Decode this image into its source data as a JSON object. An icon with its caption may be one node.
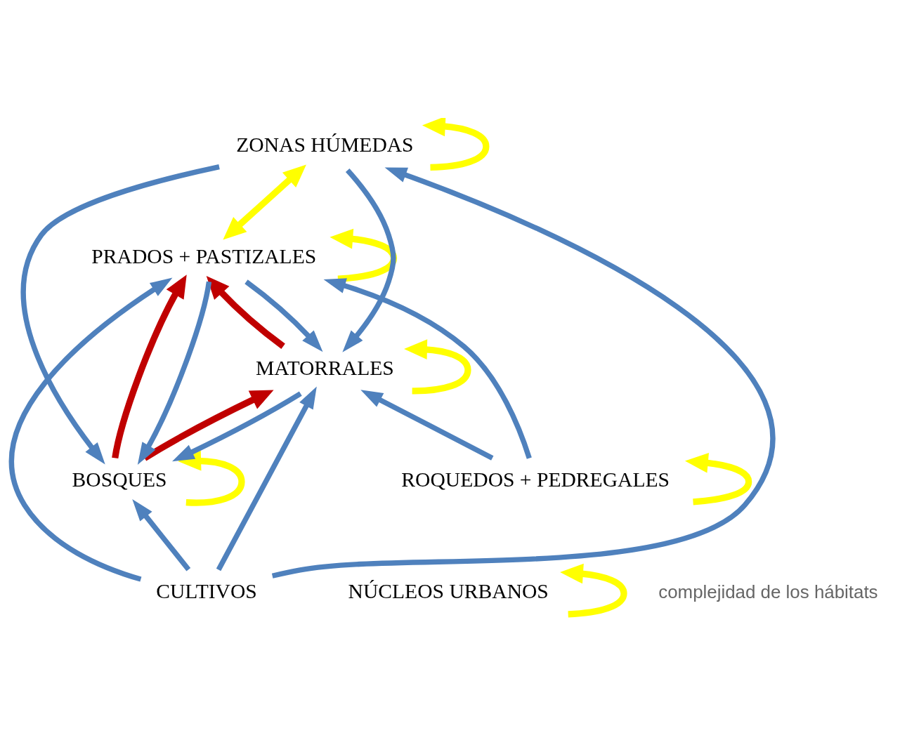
{
  "diagram": {
    "nodes": [
      {
        "text": [
          "BOSQUES"
        ]
      },
      {
        "text": [
          "MATORRALES"
        ]
      },
      {
        "text": [
          "PRADOS + PASTIZALES"
        ]
      },
      {
        "text": [
          "ZONAS HÚMEDAS"
        ]
      },
      {
        "text": [
          "CULTIVOS"
        ]
      },
      {
        "text": [
          "ROQUEDOS + PEDREGALES"
        ]
      },
      {
        "text": [
          "NÚCLEOS URBANOS"
        ]
      }
    ],
    "edges": [
      {
        "from": 2,
        "to": 0,
        "arrow": "to"
      },
      {
        "from": 0,
        "to": 2,
        "arrow": "to",
        "color": "#c00000"
      },
      {
        "from": 0,
        "to": 1,
        "arrow": "to",
        "color": "#c00000"
      },
      {
        "from": 1,
        "to": 0,
        "arrow": "to"
      },
      {
        "from": 4,
        "to": 0,
        "arrow": "to"
      },
      {
        "from": 0,
        "to": 0,
        "arrow": "to",
        "color": "#ffff00"
      },
      {
        "from": 3,
        "to": 0,
        "arrow": "to"
      },
      {
        "from": 5,
        "to": 1,
        "arrow": "to"
      },
      {
        "from": 2,
        "to": 1,
        "arrow": "to"
      },
      {
        "from": 1,
        "to": 2,
        "arrow": "to",
        "color": "#c00000"
      },
      {
        "from": 4,
        "to": 1,
        "arrow": "to"
      },
      {
        "from": 3,
        "to": 1,
        "arrow": "to"
      },
      {
        "from": 1,
        "to": 1,
        "arrow": "to",
        "color": "#ffff00"
      },
      {
        "from": 2,
        "to": 2,
        "arrow": "to",
        "color": "#ffff00"
      },
      {
        "from": 2,
        "to": 3,
        "arrow": "both",
        "color": "#ffff00"
      },
      {
        "from": 3,
        "to": 3,
        "arrow": "to",
        "color": "#ffff00"
      },
      {
        "from": 4,
        "to": 2,
        "arrow": "to"
      },
      {
        "from": 4,
        "to": 3,
        "arrow": "to"
      },
      {
        "from": 5,
        "to": 2,
        "arrow": "to"
      },
      {
        "from": 5,
        "to": 5,
        "arrow": "to",
        "color": "#ffff00"
      },
      {
        "from": 6,
        "to": 6,
        "arrow": "to",
        "color": "#ffff00"
      }
    ],
    "labels": [
      "complejidad de los hábitats"
    ]
  }
}
